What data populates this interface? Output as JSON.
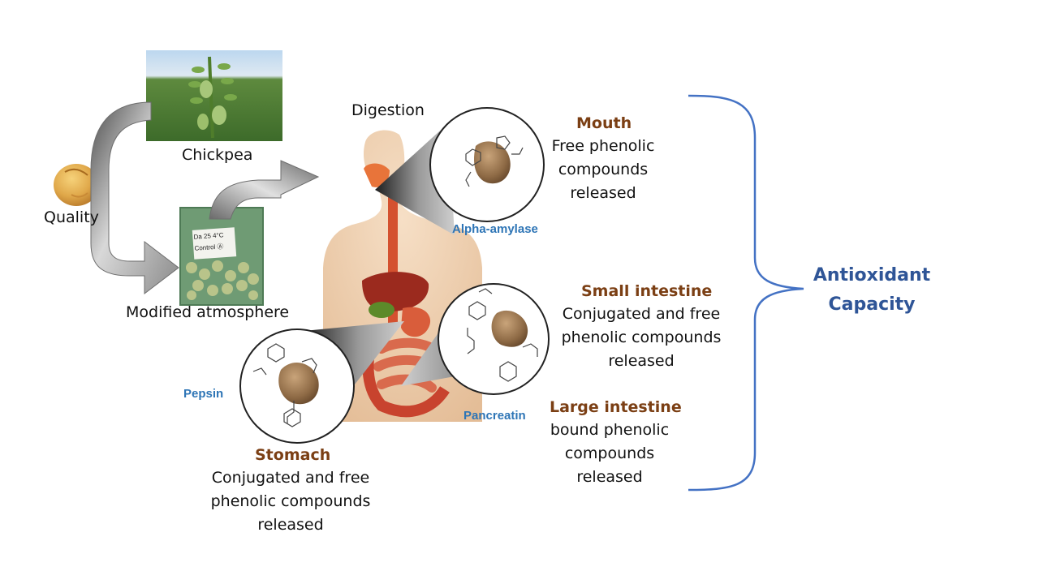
{
  "source": {
    "quality_label": "Quality",
    "chickpea_label": "Chickpea",
    "modified_atmosphere_label": "Modified atmosphere",
    "bag_note_line1": "Da 25   4°C",
    "bag_note_line2": "Control Ⓐ",
    "digestion_label": "Digestion"
  },
  "stages": {
    "mouth": {
      "name": "Mouth",
      "enzyme": "Alpha-amylase",
      "lines": [
        "Free phenolic",
        "compounds",
        "released"
      ]
    },
    "stomach": {
      "name": "Stomach",
      "enzyme": "Pepsin",
      "lines": [
        "Conjugated and free",
        "phenolic compounds",
        "released"
      ]
    },
    "small_intestine": {
      "name": "Small intestine",
      "enzyme": "Pancreatin",
      "lines": [
        "Conjugated and free",
        "phenolic compounds",
        "released"
      ]
    },
    "large_intestine": {
      "name": "Large intestine",
      "lines": [
        "bound phenolic",
        "compounds",
        "released"
      ]
    }
  },
  "result": {
    "lines": [
      "Antioxidant",
      "Capacity"
    ]
  },
  "colors": {
    "stage_heading": "#7b3f14",
    "enzyme_text": "#2e75b6",
    "result_text": "#2f5597",
    "brace": "#4472c4",
    "arrow_fill": "#8c8c8c"
  }
}
